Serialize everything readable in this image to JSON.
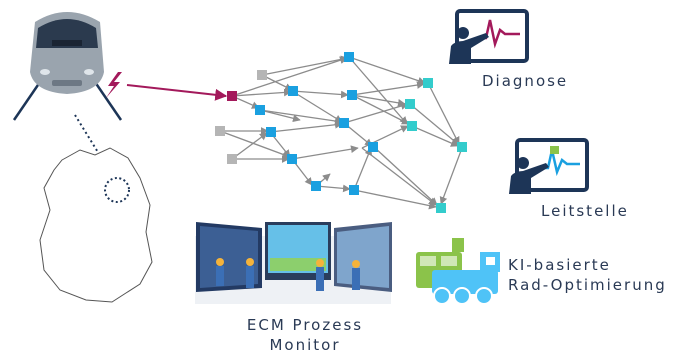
{
  "labels": {
    "diagnose": "Diagnose",
    "leitstelle": "Leitstelle",
    "ki_line1": "KI-basierte",
    "ki_line2": "Rad-Optimierung",
    "ecm_line1": "ECM Prozess",
    "ecm_line2": "Monitor"
  },
  "icons": {
    "train": "train-front-icon",
    "lightning": "lightning-icon",
    "map": "germany-map-icon",
    "diagnose": "monitor-person-icon",
    "leitstelle": "monitor-person-icon",
    "locomotive": "locomotive-icon",
    "control_room": "control-room-icon"
  },
  "colors": {
    "navy": "#1d3557",
    "magenta": "#a3195b",
    "network_blue": "#1aa0e0",
    "network_cyan": "#33cccc",
    "network_gray": "#b5b5b5",
    "edge_gray": "#8c8c8c",
    "loco_blue": "#4fc3f7",
    "loco_green": "#8bc34a"
  }
}
